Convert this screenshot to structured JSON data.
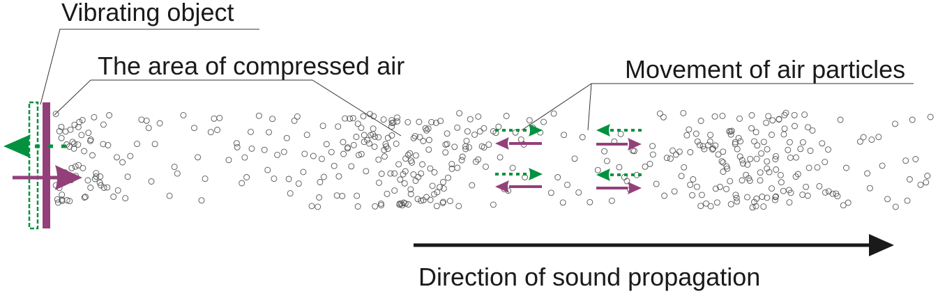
{
  "labels": {
    "vibrating_object": "Vibrating object",
    "compressed_air": "The area of compressed air",
    "movement": "Movement of air particles",
    "direction": "Direction of sound propagation"
  },
  "colors": {
    "compression_arrow": "#93407a",
    "rarefaction_arrow": "#00923f",
    "particle_stroke": "#555555",
    "text": "#1a1a1a",
    "propagation_arrow": "#1a1a1a"
  },
  "particle_zones": {
    "description": "Air particles: dense near the vibrating object, compressed band near the middle and right, sparse between",
    "dense_regions": [
      "near vibrating object",
      "middle compressed area",
      "right compressed area"
    ],
    "sparse_regions": [
      "left-middle rarefaction",
      "center-right rarefaction",
      "far right"
    ]
  }
}
